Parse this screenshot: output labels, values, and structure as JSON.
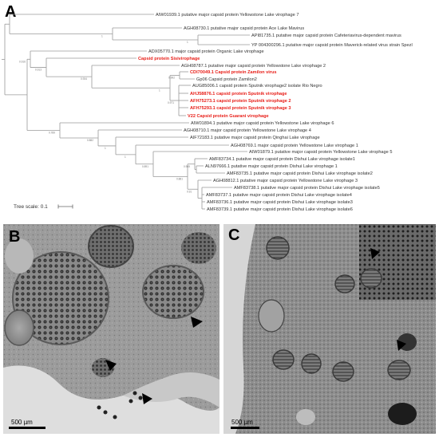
{
  "panels": {
    "a_label": "A",
    "b_label": "B",
    "c_label": "C"
  },
  "tree": {
    "scale_label": "Tree scale: 0.1",
    "highlight_color": "#e8201a",
    "leaves": [
      {
        "label": "AIW01939.1 putative major capsid protein Yellowstone Lake virophage 7",
        "highlight": false
      },
      {
        "label": "AGH08730.1 putative major capsid protein Ace Lake Mavirus",
        "highlight": false
      },
      {
        "label": "API81735.1 putative major capsid protein Cafeteriavirus-dependent mavirus",
        "highlight": false
      },
      {
        "label": "YP 004300296.1 putative major capsid protein Maverick-related virus strain Spezl",
        "highlight": false
      },
      {
        "label": "ADX05770.1 major capsid protein Organic Lake virophage",
        "highlight": false
      },
      {
        "label": "Capsid protein Sisivirophage",
        "highlight": true
      },
      {
        "label": "AGH08787.1 putative major capsid protein Yellowstone Lake virophage 2",
        "highlight": false
      },
      {
        "label": "CDI70049.1 Capsid protein Zamilon virus",
        "highlight": true
      },
      {
        "label": "Gp06 Capsid protein Zamilon2",
        "highlight": false
      },
      {
        "label": "AUG85006.1 capsid protein Sputnik virophage2 isolate Rio Negro",
        "highlight": false
      },
      {
        "label": "AHJ58876.1 capsid protein Sputnik virophage",
        "highlight": true
      },
      {
        "label": "AFH75273.1 capsid protein Sputnik virophage 2",
        "highlight": true
      },
      {
        "label": "AFH75293.1 capsid protein Sputnik virophage 3",
        "highlight": true
      },
      {
        "label": "V22 Capsid protein Guarani virophage",
        "highlight": true
      },
      {
        "label": "AIW01894.1 putative major capsid protein Yellowstone Lake virophage 6",
        "highlight": false
      },
      {
        "label": "AGH08710.1 major capsid protein Yellowstone Lake virophage 4",
        "highlight": false
      },
      {
        "label": "AIF72183.1 putative major capsid protein Qinghai Lake virophage",
        "highlight": false
      },
      {
        "label": "AGH08769.1 major capsid protein Yellowstone Lake virophage 1",
        "highlight": false
      },
      {
        "label": "AIW01879.1 putative major capsid protein Yellowstone Lake virophage 5",
        "highlight": false
      },
      {
        "label": "AMF83734.1 putative major capsid protein Dishui Lake virophage isolate1",
        "highlight": false
      },
      {
        "label": "ALN97666.1 putative major capsid protein Dishui Lake virophage 1",
        "highlight": false
      },
      {
        "label": "AMF83735.1 putative major capsid protein Dishui Lake virophage isolate2",
        "highlight": false
      },
      {
        "label": "AGH08812.1 putative major capsid protein Yellowstone Lake virophage 3",
        "highlight": false
      },
      {
        "label": "AMF83738.1 putative major capsid protein Dishui Lake virophage isolate5",
        "highlight": false
      },
      {
        "label": "AMF83737.1 putative major capsid protein Dishui Lake virophage isolate4",
        "highlight": false
      },
      {
        "label": "AMF83736.1 putative major capsid protein Dishui Lake virophage isolate3",
        "highlight": false
      },
      {
        "label": "AMF83739.1 putative major capsid protein Dishui Lake virophage isolate6",
        "highlight": false
      }
    ]
  },
  "micrographs": {
    "b_scale_label": "500 µm",
    "c_scale_label": "500 µm"
  }
}
